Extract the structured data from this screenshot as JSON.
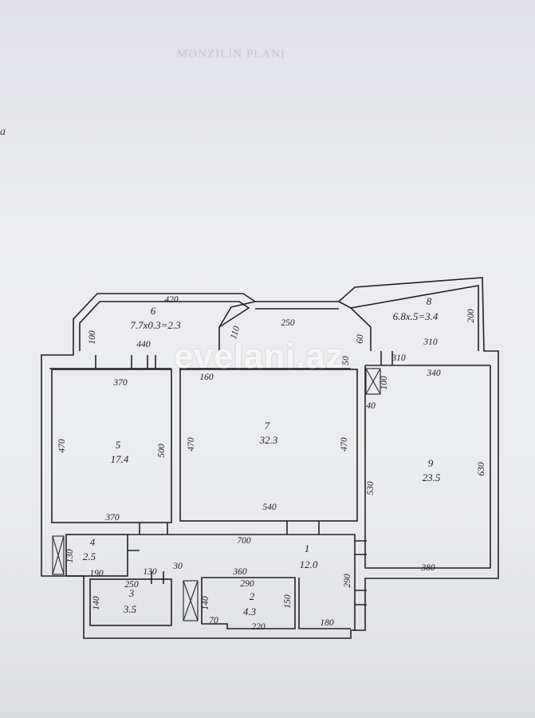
{
  "header": {
    "faint_title": "MƏNZİLİN PLANI",
    "margin_mark": "a"
  },
  "watermark": "evelani.az",
  "rooms": [
    {
      "id": "6",
      "area": "7.7x0.3=2.3"
    },
    {
      "id": "8",
      "area": "6.8x.5=3.4"
    },
    {
      "id": "5",
      "area": "17.4"
    },
    {
      "id": "7",
      "area": "32.3"
    },
    {
      "id": "9",
      "area": "23.5"
    },
    {
      "id": "4",
      "area": "2.5"
    },
    {
      "id": "1",
      "area": "12.0"
    },
    {
      "id": "3",
      "area": "3.5"
    },
    {
      "id": "2",
      "area": "4.3"
    }
  ],
  "dimensions": {
    "d420": "420",
    "d100a": "100",
    "d440": "440",
    "d110": "110",
    "d250": "250",
    "d50": "50",
    "d60": "60",
    "d200": "200",
    "d310a": "310",
    "d310b": "310",
    "d340": "340",
    "d100b": "100",
    "d40": "40",
    "d370a": "370",
    "d160": "160",
    "d470a": "470",
    "d500": "500",
    "d470b": "470",
    "d470c": "470",
    "d530": "530",
    "d630": "630",
    "d370b": "370",
    "d540": "540",
    "d700": "700",
    "d130a": "130",
    "d190": "190",
    "d130b": "130",
    "d30": "30",
    "d360": "360",
    "d290a": "290",
    "d290b": "290",
    "d380": "380",
    "d250b": "250",
    "d140a": "140",
    "d140b": "140",
    "d70": "70",
    "d150": "150",
    "d220": "220",
    "d180": "180"
  },
  "colors": {
    "wall": "#222222",
    "paper": "#eaebee",
    "hatch": "#333333"
  }
}
